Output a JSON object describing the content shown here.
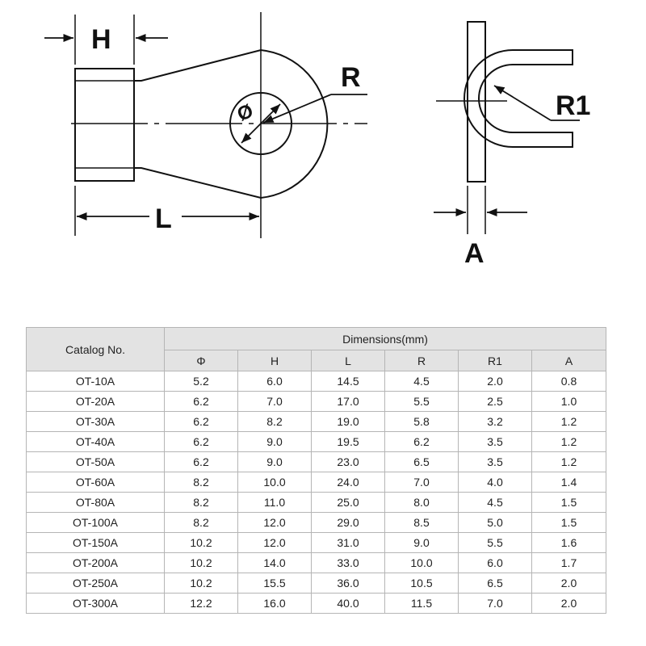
{
  "drawing": {
    "labels": {
      "h": "H",
      "l": "L",
      "r": "R",
      "r1": "R1",
      "a": "A",
      "phi": "Ø"
    },
    "colors": {
      "line": "#111111"
    }
  },
  "table": {
    "catalog_header": "Catalog No.",
    "group_header": "Dimensions(mm)",
    "columns": [
      "Φ",
      "H",
      "L",
      "R",
      "R1",
      "A"
    ],
    "rows": [
      [
        "OT-10A",
        "5.2",
        "6.0",
        "14.5",
        "4.5",
        "2.0",
        "0.8"
      ],
      [
        "OT-20A",
        "6.2",
        "7.0",
        "17.0",
        "5.5",
        "2.5",
        "1.0"
      ],
      [
        "OT-30A",
        "6.2",
        "8.2",
        "19.0",
        "5.8",
        "3.2",
        "1.2"
      ],
      [
        "OT-40A",
        "6.2",
        "9.0",
        "19.5",
        "6.2",
        "3.5",
        "1.2"
      ],
      [
        "OT-50A",
        "6.2",
        "9.0",
        "23.0",
        "6.5",
        "3.5",
        "1.2"
      ],
      [
        "OT-60A",
        "8.2",
        "10.0",
        "24.0",
        "7.0",
        "4.0",
        "1.4"
      ],
      [
        "OT-80A",
        "8.2",
        "11.0",
        "25.0",
        "8.0",
        "4.5",
        "1.5"
      ],
      [
        "OT-100A",
        "8.2",
        "12.0",
        "29.0",
        "8.5",
        "5.0",
        "1.5"
      ],
      [
        "OT-150A",
        "10.2",
        "12.0",
        "31.0",
        "9.0",
        "5.5",
        "1.6"
      ],
      [
        "OT-200A",
        "10.2",
        "14.0",
        "33.0",
        "10.0",
        "6.0",
        "1.7"
      ],
      [
        "OT-250A",
        "10.2",
        "15.5",
        "36.0",
        "10.5",
        "6.5",
        "2.0"
      ],
      [
        "OT-300A",
        "12.2",
        "16.0",
        "40.0",
        "11.5",
        "7.0",
        "2.0"
      ]
    ]
  }
}
